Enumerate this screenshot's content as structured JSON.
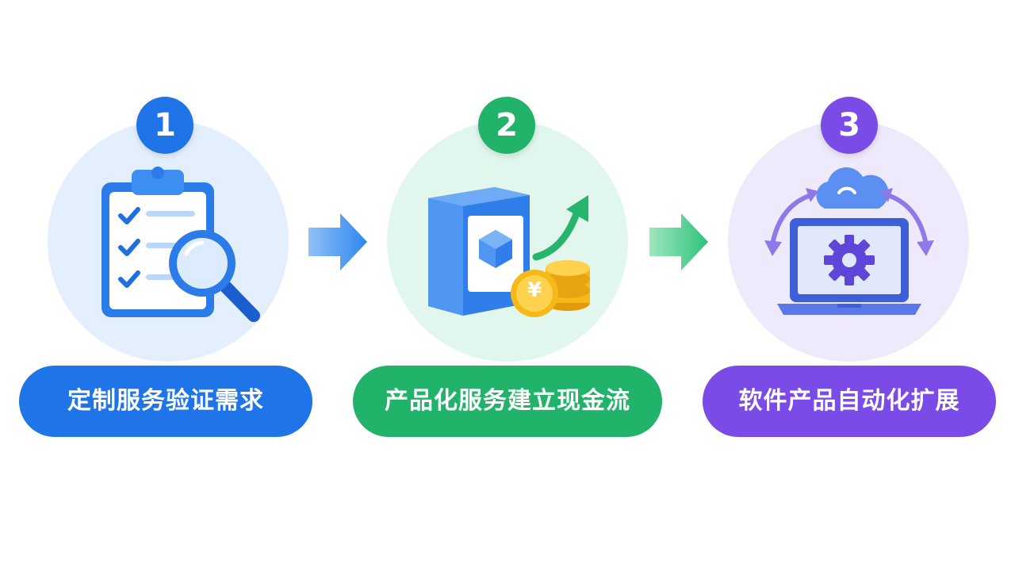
{
  "colors": {
    "step1": "#1f74e8",
    "step1_bg": "#e3effd",
    "step2": "#22b36a",
    "step2_bg": "#e1f6ec",
    "step3": "#7a4be6",
    "step3_bg": "#eeeafc",
    "gold": "#f5b91a"
  },
  "steps": [
    {
      "number": "1",
      "label": "定制服务验证需求",
      "icon": "clipboard-magnifier-icon"
    },
    {
      "number": "2",
      "label": "产品化服务建立现金流",
      "icon": "product-box-coins-icon"
    },
    {
      "number": "3",
      "label": "软件产品自动化扩展",
      "icon": "laptop-cloud-gear-icon"
    }
  ],
  "connectors": [
    "arrow-right-icon",
    "arrow-right-icon"
  ],
  "currency_symbol": "¥"
}
